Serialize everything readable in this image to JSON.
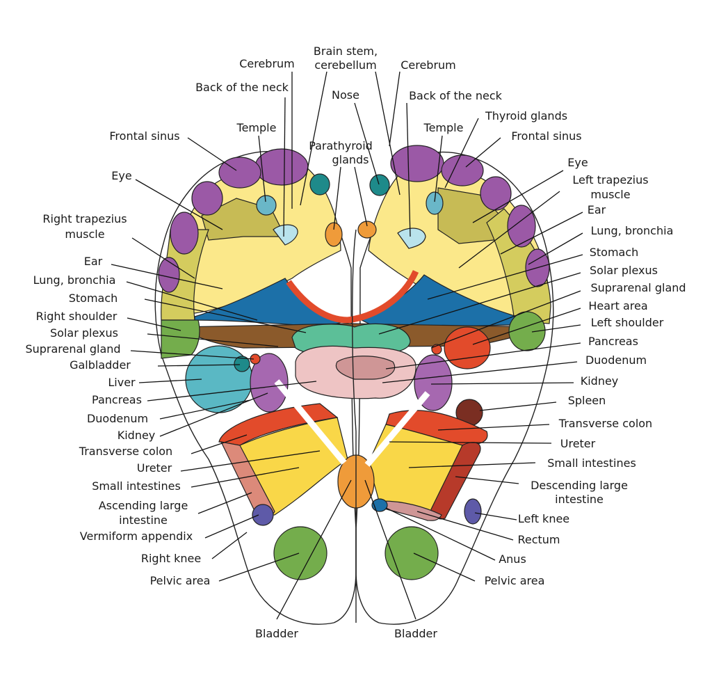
{
  "labels": {
    "cerebrum_l": "Cerebrum",
    "brain_stem_1": "Brain stem,",
    "brain_stem_2": "cerebellum",
    "cerebrum_r": "Cerebrum",
    "neck_l": "Back of the neck",
    "nose": "Nose",
    "neck_r": "Back of the neck",
    "thyroid": "Thyroid glands",
    "temple_l": "Temple",
    "temple_r": "Temple",
    "sinus_l": "Frontal sinus",
    "sinus_r": "Frontal sinus",
    "parathyroid_1": "Parathyroid",
    "parathyroid_2": "glands",
    "eye_l": "Eye",
    "eye_r": "Eye",
    "trap_l_1": "Right trapezius",
    "trap_l_2": "muscle",
    "trap_r_1": "Left trapezius",
    "trap_r_2": "muscle",
    "ear_l": "Ear",
    "ear_r": "Ear",
    "lung_l": "Lung, bronchia",
    "lung_r": "Lung, bronchia",
    "stomach_l": "Stomach",
    "stomach_r": "Stomach",
    "shoulder_l": "Right shoulder",
    "solar_l": "Solar plexus",
    "solar_r": "Solar plexus",
    "supra_l": "Suprarenal gland",
    "supra_r": "Suprarenal gland",
    "heart": "Heart area",
    "shoulder_r": "Left shoulder",
    "gall": "Galbladder",
    "pancreas_r": "Pancreas",
    "liver": "Liver",
    "duod_r": "Duodenum",
    "pancreas_l": "Pancreas",
    "kidney_r": "Kidney",
    "duod_l": "Duodenum",
    "spleen": "Spleen",
    "kidney_l": "Kidney",
    "tcolon_r": "Transverse colon",
    "tcolon_l": "Transverse colon",
    "ureter_r": "Ureter",
    "ureter_l": "Ureter",
    "small_r": "Small intestines",
    "small_l": "Small intestines",
    "desc_1": "Descending large",
    "desc_2": "intestine",
    "asc_1": "Ascending large",
    "asc_2": "intestine",
    "knee_r": "Left knee",
    "appendix": "Vermiform appendix",
    "rectum": "Rectum",
    "knee_l": "Right knee",
    "anus": "Anus",
    "pelvic_l": "Pelvic area",
    "pelvic_r": "Pelvic area",
    "bladder_l": "Bladder",
    "bladder_r": "Bladder"
  },
  "colors": {
    "toe": "#9b59a6",
    "head": "#fbe88a",
    "olive": "#c7bb55",
    "lime": "#d4cc5e",
    "blue": "#1c70a8",
    "brown": "#8b5a2b",
    "teal": "#5cbf98",
    "pink": "#eec4c4",
    "dusty": "#cf9696",
    "cyan": "#5ab8c4",
    "purple": "#a668b0",
    "green": "#74ad4c",
    "red": "#e24b2b",
    "yellow": "#f9d748",
    "orange": "#ef9b3a",
    "salmon": "#dc8a7a",
    "darkred": "#b73a2a",
    "navy": "#5e5aa8",
    "maroon": "#7a2e22",
    "darkteal": "#1e8a8a",
    "eye": "#b9e3ec",
    "temple": "#6ab7c8"
  }
}
